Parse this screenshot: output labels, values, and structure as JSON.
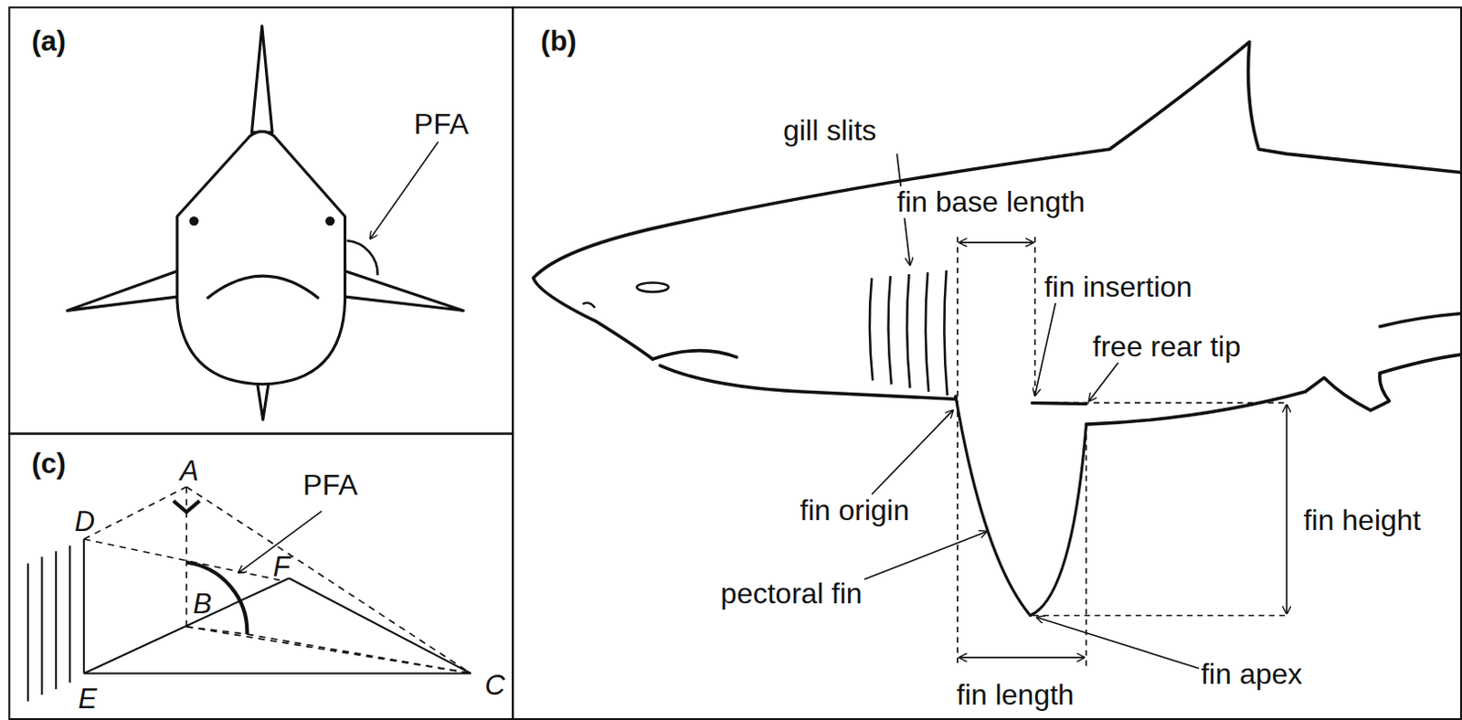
{
  "diagram": {
    "labels": [
      "(a)",
      "PFA",
      "(b)",
      "gill slits",
      "fin base length",
      "fin insertion",
      "free rear tip",
      "fin origin",
      "fin height",
      "pectoral fin",
      "fin apex",
      "fin length",
      "(c)",
      "A",
      "D",
      "PFA",
      "F",
      "B",
      "E",
      "C"
    ]
  }
}
